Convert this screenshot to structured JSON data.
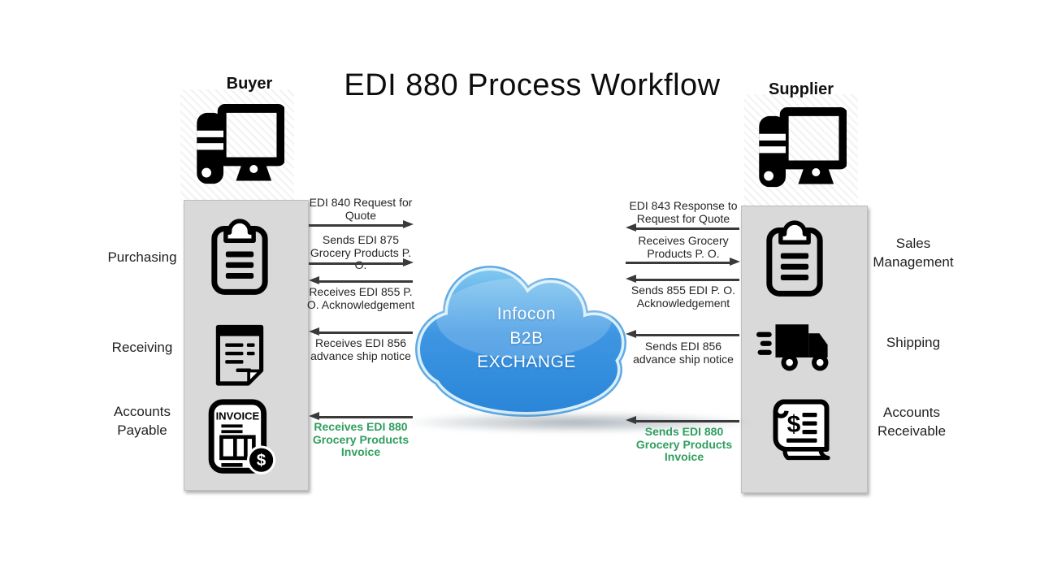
{
  "title": "EDI 880 Process Workflow",
  "colors": {
    "accent_green": "#2f9e5f",
    "panel_gray": "#d9d9d9",
    "cloud_blue_top": "#7cc6f0",
    "cloud_blue_bottom": "#2a86d9",
    "arrow_dark": "#3a3a3a"
  },
  "buyer": {
    "label": "Buyer",
    "icon": "desktop-computer-icon",
    "departments": [
      "Purchasing",
      "Receiving",
      "Accounts Payable"
    ],
    "department_icons": [
      "clipboard-icon",
      "document-icon",
      "invoice-icon"
    ]
  },
  "supplier": {
    "label": "Supplier",
    "icon": "desktop-computer-icon",
    "departments": [
      "Sales Management",
      "Shipping",
      "Accounts Receivable"
    ],
    "department_icons": [
      "clipboard-icon",
      "delivery-truck-icon",
      "receipt-icon"
    ]
  },
  "cloud": {
    "lines": [
      "Infocon",
      "B2B",
      "EXCHANGE"
    ]
  },
  "buyer_messages": [
    {
      "label": "EDI 840 Request for Quote",
      "direction": "right",
      "style": "normal"
    },
    {
      "label": "Sends EDI 875 Grocery Products P. O.",
      "direction": "right",
      "style": "normal"
    },
    {
      "label": "Receives EDI 855 P. O. Acknowledgement",
      "direction": "left",
      "style": "normal"
    },
    {
      "label": "Receives EDI 856 advance ship notice",
      "direction": "left",
      "style": "normal"
    },
    {
      "label": "Receives EDI 880 Grocery Products Invoice",
      "direction": "left",
      "style": "green-bold"
    }
  ],
  "supplier_messages": [
    {
      "label": "EDI 843 Response to Request for Quote",
      "direction": "left",
      "style": "normal"
    },
    {
      "label": "Receives Grocery Products P. O.",
      "direction": "right",
      "style": "normal"
    },
    {
      "label": "Sends 855 EDI P. O. Acknowledgement",
      "direction": "left",
      "style": "normal"
    },
    {
      "label": "Sends EDI 856 advance ship notice",
      "direction": "left",
      "style": "normal"
    },
    {
      "label": "Sends EDI 880 Grocery Products Invoice",
      "direction": "left",
      "style": "green-bold"
    }
  ]
}
